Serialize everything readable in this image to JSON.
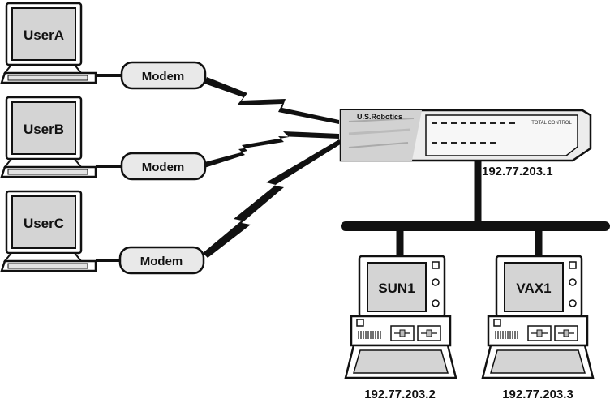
{
  "users": [
    {
      "name": "UserA",
      "modem_label": "Modem"
    },
    {
      "name": "UserB",
      "modem_label": "Modem"
    },
    {
      "name": "UserC",
      "modem_label": "Modem"
    }
  ],
  "router": {
    "brand": "U.S.Robotics",
    "product": "TOTAL CONTROL",
    "ip": "192.77.203.1"
  },
  "hosts": [
    {
      "name": "SUN1",
      "ip": "192.77.203.2"
    },
    {
      "name": "VAX1",
      "ip": "192.77.203.3"
    }
  ],
  "colors": {
    "ink": "#111111",
    "screen": "#d4d4d4",
    "router_body": "#ececec",
    "paper": "#ffffff"
  }
}
